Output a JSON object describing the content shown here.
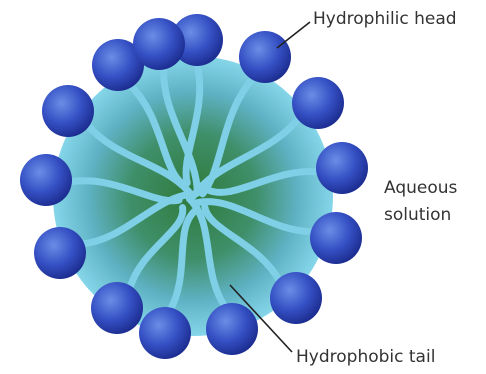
{
  "labels": {
    "head": "Hydrophilic head",
    "solution_line1": "Aqueous",
    "solution_line2": "solution",
    "tail": "Hydrophobic tail"
  },
  "colors": {
    "head_light": "#5b82dc",
    "head_dark": "#1c2f93",
    "tail": "#7fcfe6",
    "core_center": "#2f7a3a",
    "core_mid": "#4f9fb0",
    "core_edge": "#7fd3e8",
    "text": "#333333",
    "leader": "#222222"
  },
  "head_count": 14
}
